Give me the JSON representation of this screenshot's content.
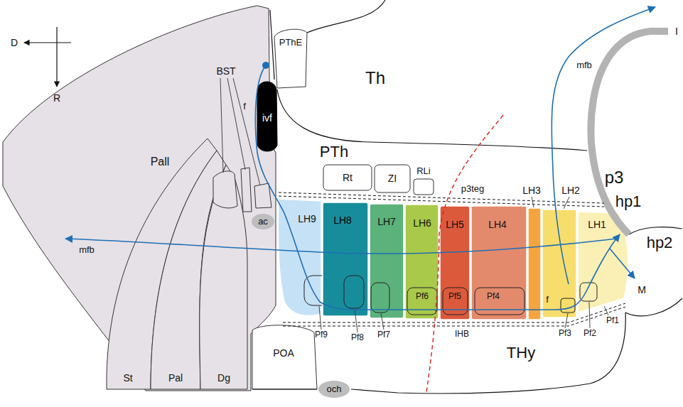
{
  "diagram": {
    "nodes": [
      {
        "text": [
          "Pall"
        ]
      },
      {
        "text": [
          "St"
        ],
        "in": 0
      },
      {
        "text": [
          "Pal"
        ],
        "in": 0
      },
      {
        "text": [
          "Dg"
        ],
        "in": 0
      },
      {
        "text": [
          "ac"
        ],
        "in": 0
      },
      {
        "text": [
          "PThE"
        ]
      },
      {
        "text": [
          "ivf"
        ]
      },
      {
        "text": [
          "Rt"
        ]
      },
      {
        "text": [
          "ZI"
        ]
      },
      {
        "text": [
          "RLi"
        ]
      },
      {
        "text": [
          "POA"
        ]
      },
      {
        "text": [
          "LH9"
        ]
      },
      {
        "text": [
          "Pf9"
        ],
        "in": 11
      },
      {
        "text": [
          "LH8"
        ]
      },
      {
        "text": [
          "Pf8"
        ],
        "in": 13
      },
      {
        "text": [
          "LH7"
        ]
      },
      {
        "text": [
          "Pf7"
        ],
        "in": 15
      },
      {
        "text": [
          "LH6"
        ]
      },
      {
        "text": [
          "Pf6"
        ],
        "in": 17
      },
      {
        "text": [
          "LH5"
        ]
      },
      {
        "text": [
          "Pf5"
        ],
        "in": 19
      },
      {
        "text": [
          "LH4"
        ]
      },
      {
        "text": [
          "Pf4"
        ],
        "in": 21
      },
      {
        "text": [
          "LH3"
        ]
      },
      {
        "text": [
          "LH2"
        ]
      },
      {
        "text": [
          "Pf3"
        ],
        "in": 24
      },
      {
        "text": [
          "LH1"
        ]
      },
      {
        "text": [
          "Pf2"
        ],
        "in": 26
      },
      {
        "text": [
          "och"
        ]
      }
    ],
    "labels": [
      "D",
      "R",
      "BST",
      "Th",
      "PTh",
      "p3teg",
      "p3",
      "hp1",
      "hp2",
      "THy",
      "IHB",
      "M",
      "mfb",
      "mfb",
      "f",
      "f",
      "Pf1",
      "I"
    ]
  }
}
